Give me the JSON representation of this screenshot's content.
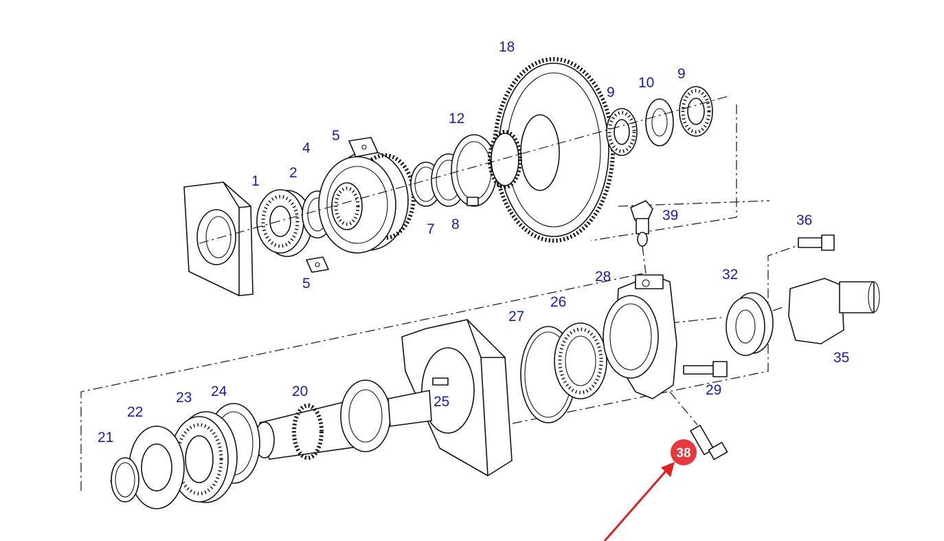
{
  "callouts": [
    {
      "id": "c1",
      "text": "1"
    },
    {
      "id": "c2",
      "text": "2"
    },
    {
      "id": "c4",
      "text": "4"
    },
    {
      "id": "c5a",
      "text": "5"
    },
    {
      "id": "c5b",
      "text": "5"
    },
    {
      "id": "c7",
      "text": "7"
    },
    {
      "id": "c8",
      "text": "8"
    },
    {
      "id": "c12",
      "text": "12"
    },
    {
      "id": "c18",
      "text": "18"
    },
    {
      "id": "c9a",
      "text": "9"
    },
    {
      "id": "c10",
      "text": "10"
    },
    {
      "id": "c9b",
      "text": "9"
    },
    {
      "id": "c39",
      "text": "39"
    },
    {
      "id": "c36",
      "text": "36"
    },
    {
      "id": "c28",
      "text": "28"
    },
    {
      "id": "c32",
      "text": "32"
    },
    {
      "id": "c27",
      "text": "27"
    },
    {
      "id": "c26",
      "text": "26"
    },
    {
      "id": "c35",
      "text": "35"
    },
    {
      "id": "c29",
      "text": "29"
    },
    {
      "id": "c20",
      "text": "20"
    },
    {
      "id": "c24",
      "text": "24"
    },
    {
      "id": "c23",
      "text": "23"
    },
    {
      "id": "c22",
      "text": "22"
    },
    {
      "id": "c21",
      "text": "21"
    },
    {
      "id": "c25",
      "text": "25"
    }
  ],
  "highlight": {
    "text": "38",
    "color": "#e8383d"
  },
  "arrow_color": "#e02020",
  "label_color": "#1a1ab8"
}
